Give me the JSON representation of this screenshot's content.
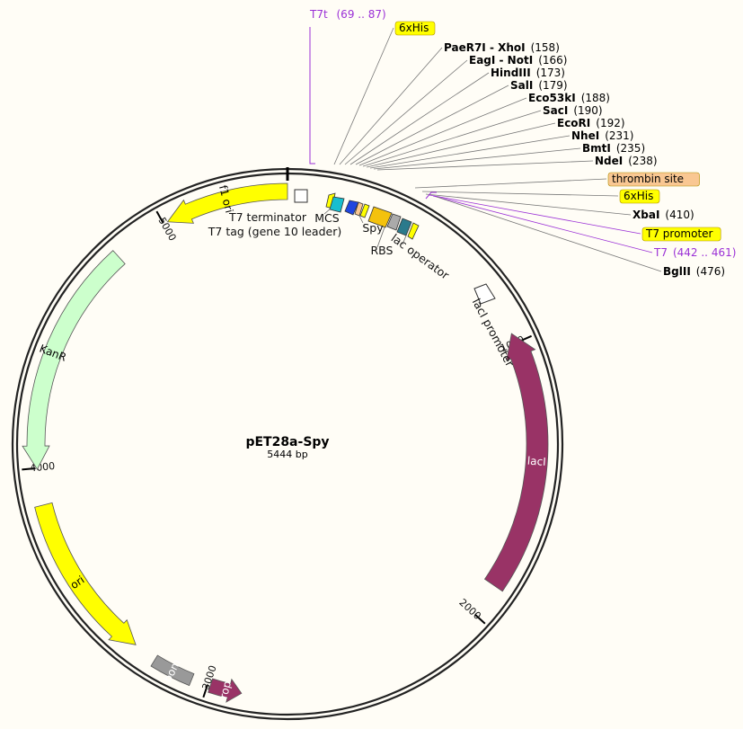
{
  "plasmid": {
    "name": "pET28a-Spy",
    "length": 5444,
    "length_label": "5444 bp"
  },
  "colors": {
    "yellow_feature": "#ffff00",
    "lacI": "#993366",
    "rop": "#993366",
    "KanR": "#ccffcc",
    "bom": "#999999",
    "thrombin_site": "#f9c792",
    "primer": "#9b30d6"
  },
  "primers": [
    {
      "name": "T7t",
      "range": "(69 .. 87)",
      "start": 69,
      "end": 87
    },
    {
      "name": "T7",
      "range": "(442 .. 461)",
      "start": 442,
      "end": 461
    }
  ],
  "callouts": [
    {
      "kind": "feature",
      "name": "6xHis",
      "color": "#ffff00",
      "pos": 125
    },
    {
      "kind": "site",
      "name": "PaeR7I - XhoI",
      "pos_label": "(158)",
      "pos": 158
    },
    {
      "kind": "site",
      "name": "EagI - NotI",
      "pos_label": "(166)",
      "pos": 166
    },
    {
      "kind": "site",
      "name": "HindIII",
      "pos_label": "(173)",
      "pos": 173
    },
    {
      "kind": "site",
      "name": "SalI",
      "pos_label": "(179)",
      "pos": 179
    },
    {
      "kind": "site",
      "name": "Eco53kI",
      "pos_label": "(188)",
      "pos": 188
    },
    {
      "kind": "site",
      "name": "SacI",
      "pos_label": "(190)",
      "pos": 190
    },
    {
      "kind": "site",
      "name": "EcoRI",
      "pos_label": "(192)",
      "pos": 192
    },
    {
      "kind": "site",
      "name": "NheI",
      "pos_label": "(231)",
      "pos": 231
    },
    {
      "kind": "site",
      "name": "BmtI",
      "pos_label": "(235)",
      "pos": 235
    },
    {
      "kind": "site",
      "name": "NdeI",
      "pos_label": "(238)",
      "pos": 238
    },
    {
      "kind": "feature",
      "name": "thrombin site",
      "color": "#f9c792",
      "pos": 250
    },
    {
      "kind": "feature",
      "name": "6xHis",
      "color": "#ffff00",
      "pos": 270
    },
    {
      "kind": "site",
      "name": "XbaI",
      "pos_label": "(410)",
      "pos": 410
    },
    {
      "kind": "feature",
      "name": "T7 promoter",
      "color": "#ffff00",
      "pos": 450
    },
    {
      "kind": "primer",
      "name": "T7",
      "pos_label": "(442 .. 461)",
      "pos": 451
    },
    {
      "kind": "site",
      "name": "BglII",
      "pos_label": "(476)",
      "pos": 476
    }
  ],
  "features": [
    {
      "name": "f1 ori",
      "start": 5015,
      "end": 5444,
      "dir": -1,
      "color": "#ffff00",
      "label_inside": true
    },
    {
      "name": "KanR",
      "start": 3996,
      "end": 4808,
      "dir": -1,
      "color": "#ccffcc",
      "label_inside": true
    },
    {
      "name": "ori",
      "start": 3283,
      "end": 3871,
      "dir": -1,
      "color": "#ffff00",
      "label_inside": true
    },
    {
      "name": "bom",
      "start": 3057,
      "end": 3200,
      "dir": 0,
      "color": "#999999",
      "label_inside": true
    },
    {
      "name": "rop",
      "start": 2880,
      "end": 2990,
      "dir": -1,
      "color": "#993366",
      "label_inside": true
    },
    {
      "name": "lacI",
      "start": 964,
      "end": 1881,
      "dir": -1,
      "color": "#993366",
      "label_inside": true
    },
    {
      "name": "lacI promoter",
      "start": 870,
      "end": 940,
      "dir": -1,
      "color": "#ffffff",
      "label_inside": false
    },
    {
      "name": "T7 terminator",
      "start": 26,
      "end": 73,
      "dir": 0,
      "color": "#ffffff",
      "label_inside": false
    },
    {
      "name": "T7 tag (gene 10 leader)",
      "start": 158,
      "end": 174,
      "dir": -1,
      "color": "#ffff00",
      "label_inside": false
    },
    {
      "name": "MCS",
      "start": 160,
      "end": 205,
      "dir": 0,
      "color": "#17becf",
      "label_inside": false
    },
    {
      "name": "Spy",
      "start": 205,
      "end": 240,
      "dir": -1,
      "color": "#2046e0",
      "label_inside": false
    },
    {
      "name": "RBS",
      "start": 246,
      "end": 260,
      "dir": 0,
      "color": "#f9c792",
      "label_inside": false
    },
    {
      "name": "lac operator",
      "start": 290,
      "end": 315,
      "dir": -1,
      "color": "#ffff00",
      "label_inside": false
    }
  ],
  "inner_labels": [
    {
      "name": "T7 terminator"
    },
    {
      "name": "T7 tag (gene 10 leader)"
    },
    {
      "name": "MCS"
    },
    {
      "name": "Spy"
    },
    {
      "name": "RBS"
    },
    {
      "name": "lac operator"
    },
    {
      "name": "lacI promoter"
    }
  ],
  "ticks": [
    {
      "label": "1000",
      "pos": 1000
    },
    {
      "label": "2000",
      "pos": 2000
    },
    {
      "label": "3000",
      "pos": 3000
    },
    {
      "label": "4000",
      "pos": 4000
    },
    {
      "label": "5000",
      "pos": 5000
    }
  ]
}
